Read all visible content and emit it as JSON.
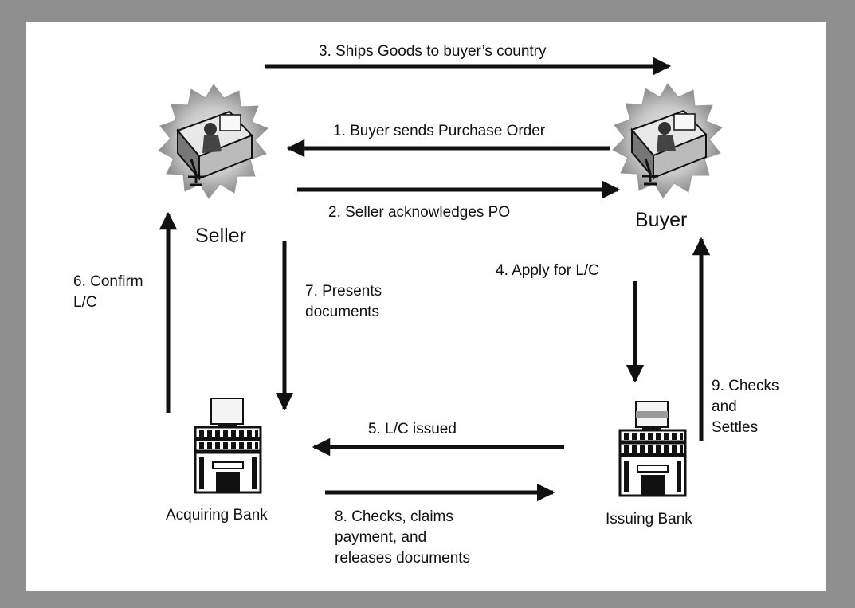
{
  "parties": {
    "seller": "Seller",
    "buyer": "Buyer",
    "acquiring_bank": "Acquiring Bank",
    "issuing_bank": "Issuing Bank"
  },
  "steps": {
    "s1": "1.  Buyer sends Purchase Order",
    "s2": "2.  Seller acknowledges PO",
    "s3": "3.  Ships Goods to buyer’s country",
    "s4": "4.  Apply for L/C",
    "s5": "5.  L/C issued",
    "s6": "6.  Confirm\nL/C",
    "s7": "7.  Presents\ndocuments",
    "s8": "8.  Checks, claims\npayment, and\nreleases documents",
    "s9": "9.  Checks\nand\nSettles"
  },
  "icons": {
    "seller_icon": "desk-worker-burst-icon",
    "buyer_icon": "desk-worker-burst-icon",
    "acquiring_bank_icon": "bank-building-icon",
    "issuing_bank_icon": "bank-building-icon",
    "arrow": "arrow-icon"
  },
  "colors": {
    "ink": "#111111",
    "frame": "#8f8f8f",
    "background": "#ffffff"
  }
}
